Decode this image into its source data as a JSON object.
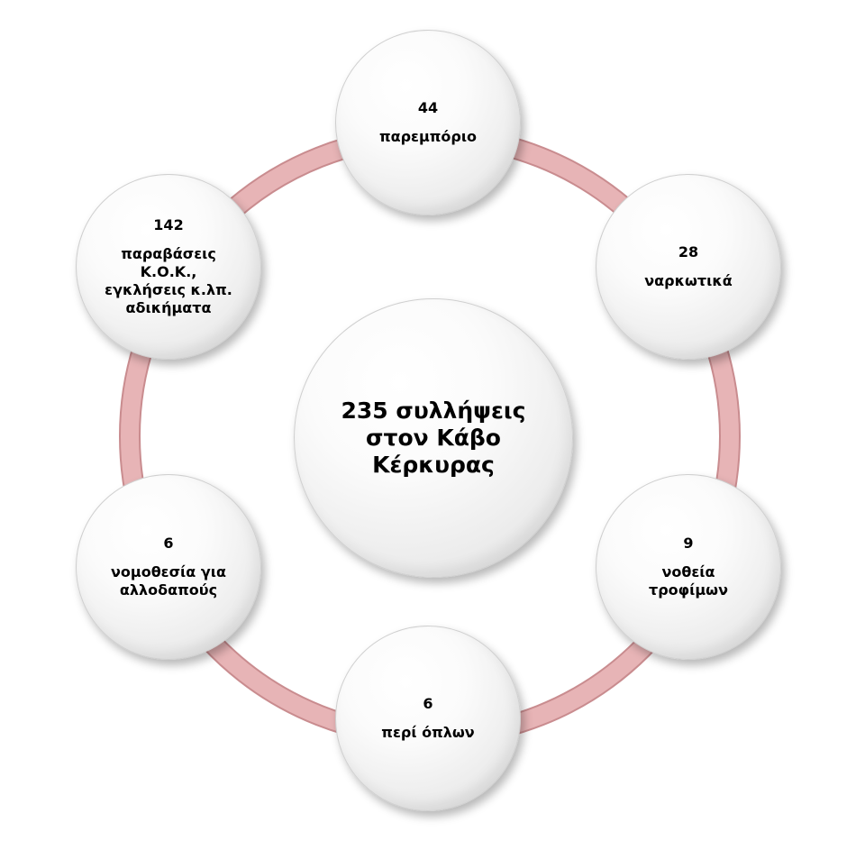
{
  "center": {
    "label": "235 συλλήψεις\nστον Κάβο\nΚέρκυρας"
  },
  "nodes": [
    {
      "count": "44",
      "label": "παρεμπόριο"
    },
    {
      "count": "28",
      "label": "ναρκωτικά"
    },
    {
      "count": "9",
      "label": "νοθεία\nτροφίμων"
    },
    {
      "count": "6",
      "label": "περί όπλων"
    },
    {
      "count": "6",
      "label": "νομοθεσία για\nαλλοδαπούς"
    },
    {
      "count": "142",
      "label": "παραβάσεις\nΚ.Ο.Κ.,\nεγκλήσεις κ.λπ.\nαδικήματα"
    }
  ],
  "colors": {
    "ring_fill": "#e7b4b6",
    "ring_edge": "#c98c8f"
  }
}
